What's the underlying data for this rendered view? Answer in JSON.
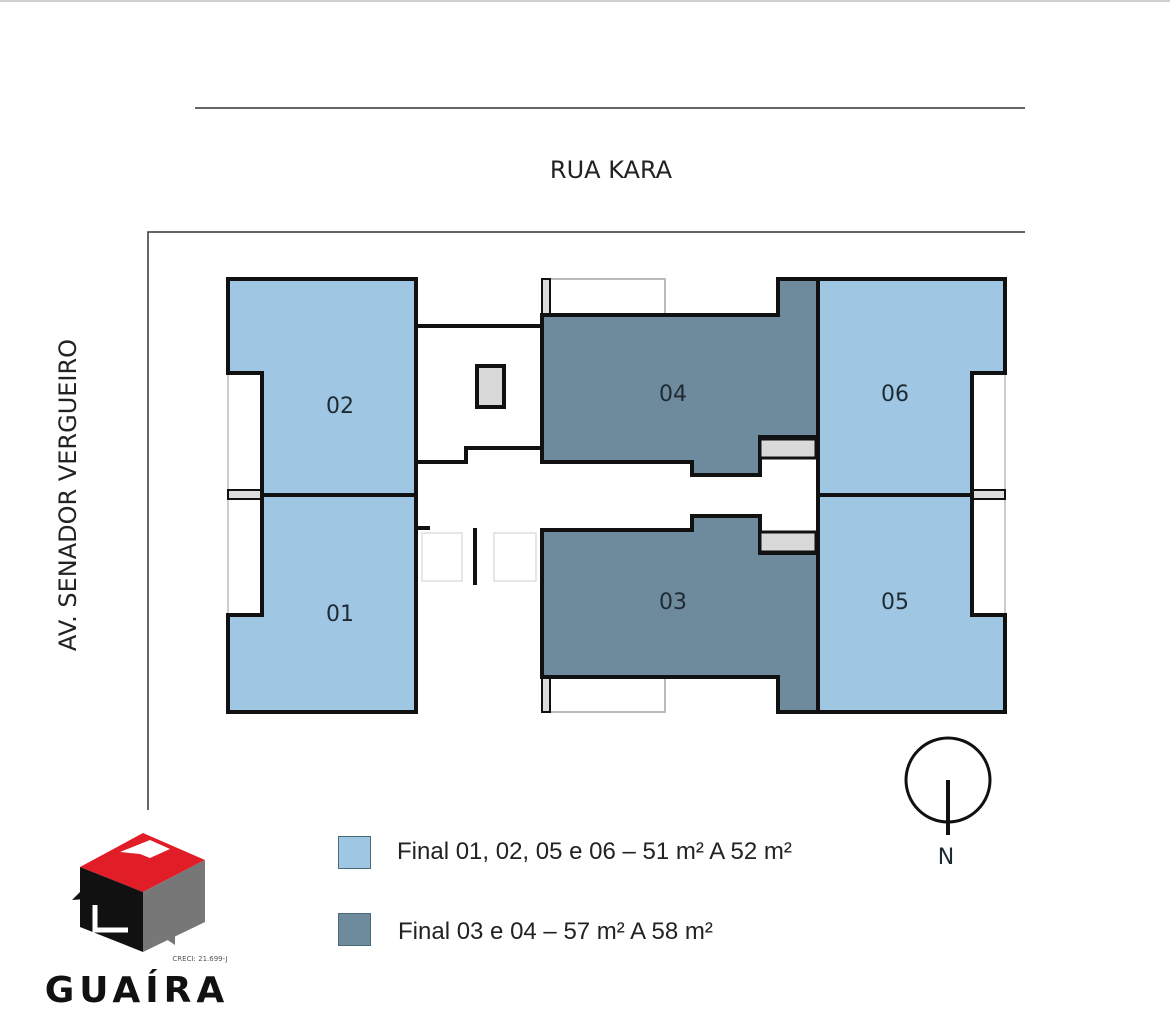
{
  "streets": {
    "north": "RUA KARA",
    "west": "AV. SENADOR VERGUEIRO"
  },
  "units": [
    {
      "id": "01",
      "group": "small"
    },
    {
      "id": "02",
      "group": "small"
    },
    {
      "id": "03",
      "group": "large"
    },
    {
      "id": "04",
      "group": "large"
    },
    {
      "id": "05",
      "group": "small"
    },
    {
      "id": "06",
      "group": "small"
    }
  ],
  "legend": [
    {
      "label": "Final 01, 02, 05 e 06 – 51 m² A 52 m²",
      "color": "#9fc7e3"
    },
    {
      "label": "Final 03 e 04 – 57 m² A 58 m²",
      "color": "#6e8a9d"
    }
  ],
  "compass": {
    "label": "N"
  },
  "logo": {
    "brand": "GUAÍRA",
    "creci": "CRECI: 21.699-J"
  }
}
